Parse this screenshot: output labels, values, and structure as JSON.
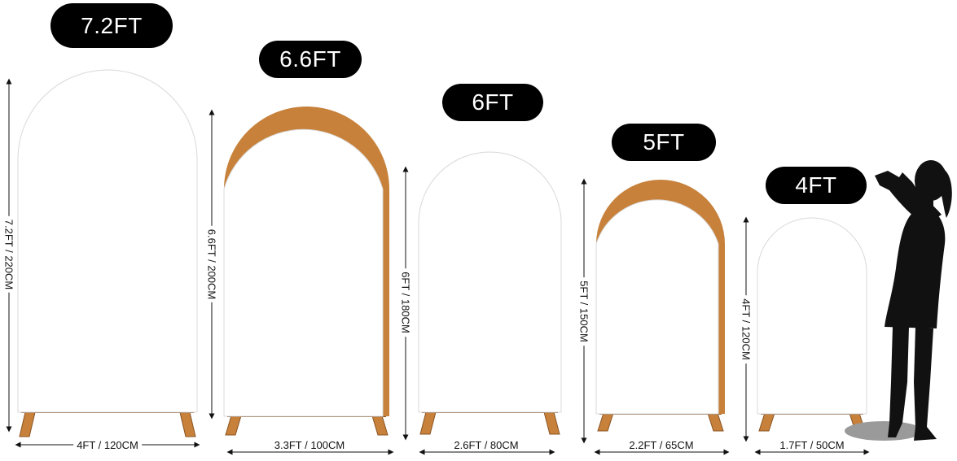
{
  "colors": {
    "panel": "#ffffff",
    "frame": "#c7813b",
    "frame_dark": "#8a5422",
    "pill_bg": "#000000",
    "pill_text": "#ffffff",
    "silhouette": "#111111",
    "shadow": "#9a9a9a"
  },
  "arches": [
    {
      "title": "7.2FT",
      "height_label": "7.2FT / 220CM",
      "width_label": "4FT / 120CM"
    },
    {
      "title": "6.6FT",
      "height_label": "6.6FT / 200CM",
      "width_label": "3.3FT / 100CM"
    },
    {
      "title": "6FT",
      "height_label": "6FT / 180CM",
      "width_label": "2.6FT / 80CM"
    },
    {
      "title": "5FT",
      "height_label": "5FT / 150CM",
      "width_label": "2.2FT / 65CM"
    },
    {
      "title": "4FT",
      "height_label": "4FT / 120CM",
      "width_label": "1.7FT / 50CM"
    }
  ],
  "icons": {
    "person": "person-silhouette-icon"
  }
}
